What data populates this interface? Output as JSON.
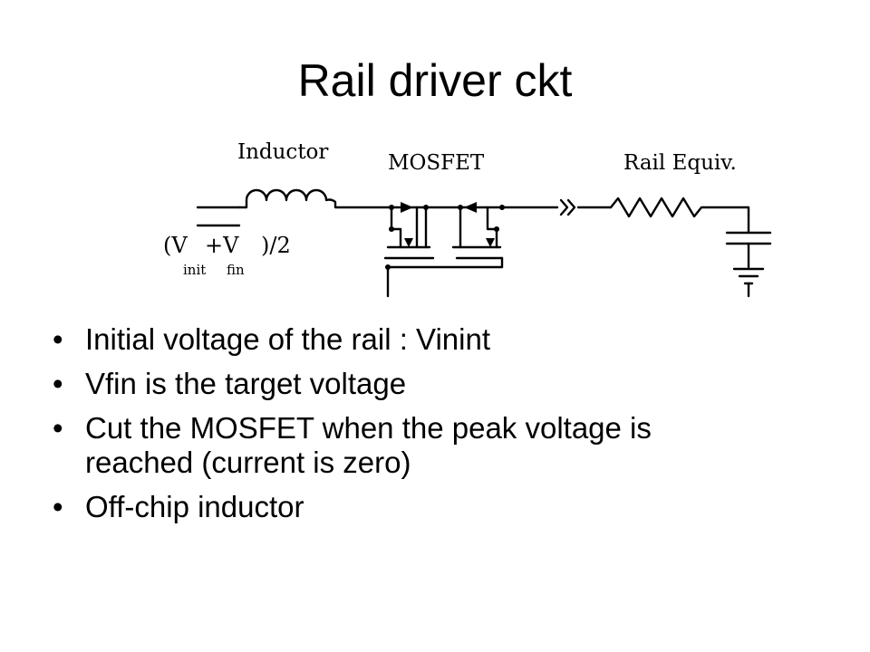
{
  "slide": {
    "title": "Rail driver ckt",
    "circuit": {
      "inductor_label": "Inductor",
      "mosfet_label": "MOSFET",
      "rail_label": "Rail Equiv.",
      "source_label_open": "(V",
      "source_label_plus": "+V",
      "source_label_close": ")/2",
      "source_sub_init": "init",
      "source_sub_fin": "fin"
    },
    "bullet_char": "•",
    "bullets": [
      {
        "line1": "Initial voltage of the rail : Vinint",
        "line2": ""
      },
      {
        "line1": "Vfin is the target voltage",
        "line2": ""
      },
      {
        "line1": "Cut the MOSFET when the peak voltage is",
        "line2": "reached (current is zero)"
      },
      {
        "line1": "Off-chip inductor",
        "line2": ""
      }
    ]
  }
}
